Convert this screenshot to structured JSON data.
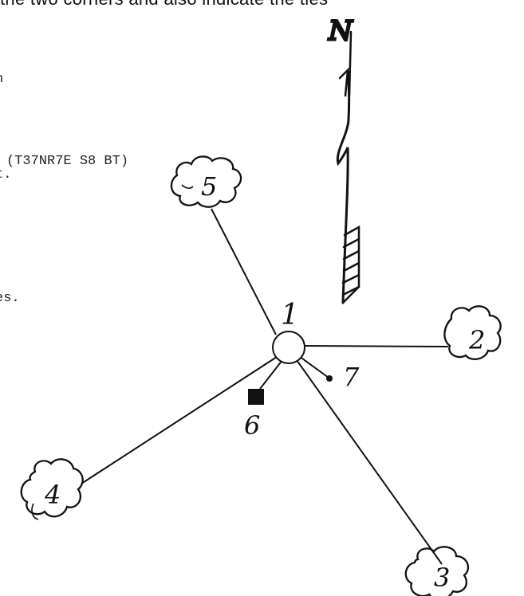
{
  "header_fragment": "the two corners and also indicate the ties",
  "text_lines": {
    "l1": "n",
    "l2": "(T37NR7E S8 BT)",
    "l3": "t.",
    "l4": "es."
  },
  "north_label": "N",
  "nodes": {
    "n1": "1",
    "n2": "2",
    "n3": "3",
    "n4": "4",
    "n5": "5",
    "n6": "6",
    "n7": "7"
  }
}
